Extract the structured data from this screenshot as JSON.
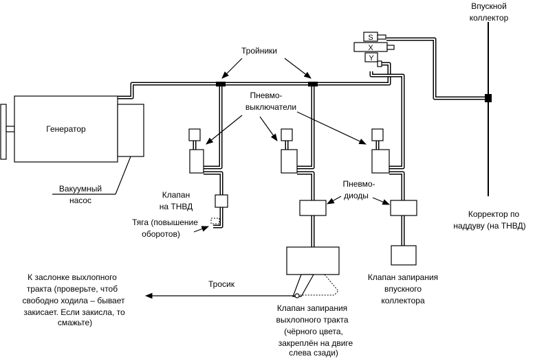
{
  "labels": {
    "generator": "Генератор",
    "vacuum_pump_1": "Вакуумный",
    "vacuum_pump_2": "насос",
    "tees": "Тройники",
    "pneumo_switches_1": "Пневмо-",
    "pneumo_switches_2": "выключатели",
    "pneumo_diodes_1": "Пневмо-",
    "pneumo_diodes_2": "диоды",
    "tnvd_valve_1": "Клапан",
    "tnvd_valve_2": "на ТНВД",
    "rod_1": "Тяга (повышение",
    "rod_2": "оборотов)",
    "intake_manifold_1": "Впускной",
    "intake_manifold_2": "коллектор",
    "boost_corrector_1": "Корректор по",
    "boost_corrector_2": "наддуву (на ТНВД)",
    "intake_shutoff_1": "Клапан запирания",
    "intake_shutoff_2": "впускного",
    "intake_shutoff_3": "коллектора",
    "cable": "Тросик",
    "exhaust_flap_1": "К заслонке выхлопного",
    "exhaust_flap_2": "тракта (проверьте, чтоб",
    "exhaust_flap_3": "свободно ходила – бывает",
    "exhaust_flap_4": "закисает. Если закисла, то",
    "exhaust_flap_5": "смажьте)",
    "exhaust_shutoff_1": "Клапан запирания",
    "exhaust_shutoff_2": "выхлопного тракта",
    "exhaust_shutoff_3": "(чёрного цвета,",
    "exhaust_shutoff_4": "закреплён на двиге",
    "exhaust_shutoff_5": "слева сзади)",
    "valve_s": "S",
    "valve_x": "X",
    "valve_y": "Y"
  }
}
